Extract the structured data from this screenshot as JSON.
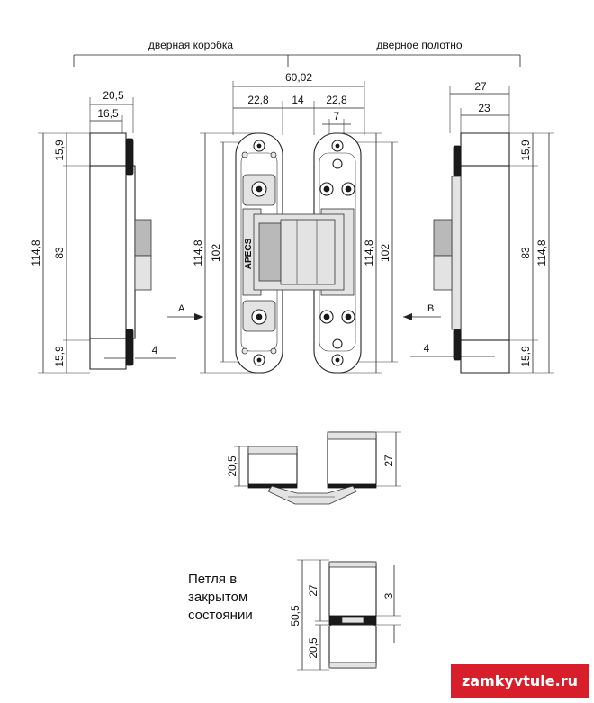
{
  "headers": {
    "frame": "дверная коробка",
    "leaf": "дверное полотно"
  },
  "labels": {
    "total_width": "60,02",
    "w_22_8_left": "22,8",
    "w_14": "14",
    "w_22_8_right": "22,8",
    "w_7": "7",
    "side_left_20_5": "20,5",
    "side_left_16_5": "16,5",
    "side_right_27": "27",
    "side_right_23": "23",
    "h_114_8": "114,8",
    "h_102": "102",
    "h_83": "83",
    "h_15_9": "15,9",
    "d_4": "4",
    "view_a": "A",
    "view_b": "B",
    "brand": "АРЕСS",
    "top_20_5": "20,5",
    "top_27": "27",
    "closed_27": "27",
    "closed_50_5": "50,5",
    "closed_20_5": "20,5",
    "closed_3": "3"
  },
  "caption": [
    "Петля в",
    "закрытом",
    "состоянии"
  ],
  "watermark": "zamkyvtule.ru",
  "colors": {
    "watermark_bg": "#d81e2a",
    "line": "#222222"
  }
}
